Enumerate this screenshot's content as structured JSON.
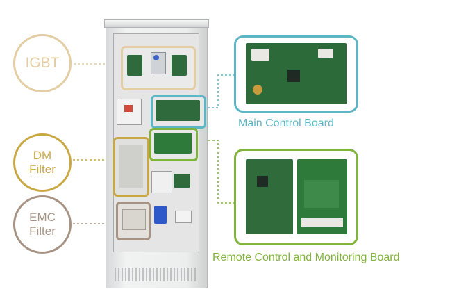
{
  "callouts": {
    "igbt": {
      "label": "IGBT"
    },
    "dm_filter": {
      "line1": "DM",
      "line2": "Filter"
    },
    "emc_filter": {
      "line1": "EMC",
      "line2": "Filter"
    }
  },
  "boards": {
    "main_control": {
      "label": "Main Control Board"
    },
    "remote_monitoring": {
      "label": "Remote Control and Monitoring Board"
    }
  },
  "colors": {
    "igbt": "#e3cda3",
    "dm_filter": "#c9a844",
    "emc_filter": "#a69383",
    "main_control": "#5db6c6",
    "remote_monitoring": "#80b43a",
    "pcb_green": "#2f6a3c"
  },
  "icons": [
    "cabinet-photo",
    "circuit-board-photo"
  ]
}
